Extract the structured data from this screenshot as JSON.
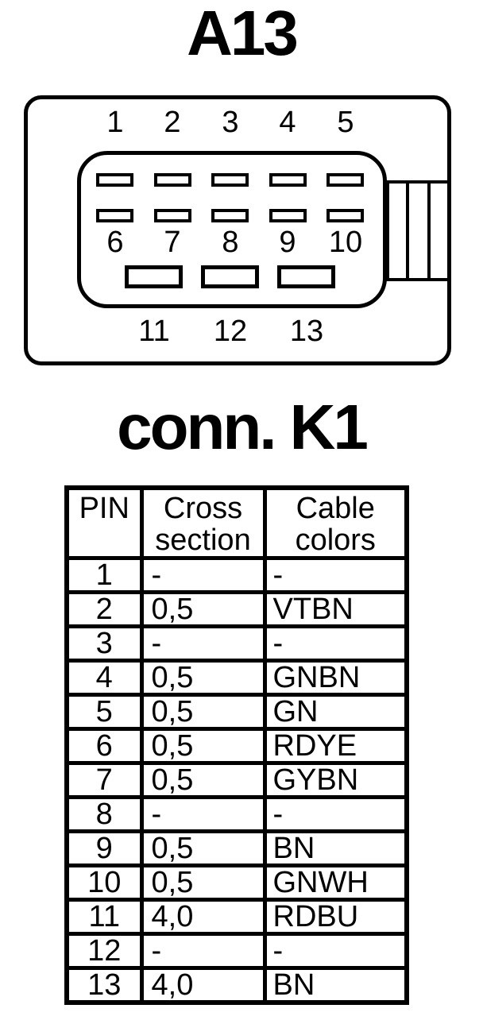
{
  "colors": {
    "ink": "#000000",
    "background": "#ffffff"
  },
  "titles": {
    "component": "A13",
    "connector": "conn. K1"
  },
  "connector": {
    "row1_labels": [
      "1",
      "2",
      "3",
      "4",
      "5"
    ],
    "row2_labels": [
      "6",
      "7",
      "8",
      "9",
      "10"
    ],
    "row3_labels": [
      "11",
      "12",
      "13"
    ]
  },
  "table": {
    "headers": {
      "pin": "PIN",
      "cross_section": "Cross\nsection",
      "cable_colors": "Cable\ncolors"
    },
    "rows": [
      {
        "pin": "1",
        "cross_section": "-",
        "cable_color": "-"
      },
      {
        "pin": "2",
        "cross_section": "0,5",
        "cable_color": "VTBN"
      },
      {
        "pin": "3",
        "cross_section": "-",
        "cable_color": "-"
      },
      {
        "pin": "4",
        "cross_section": "0,5",
        "cable_color": "GNBN"
      },
      {
        "pin": "5",
        "cross_section": "0,5",
        "cable_color": "GN"
      },
      {
        "pin": "6",
        "cross_section": "0,5",
        "cable_color": "RDYE"
      },
      {
        "pin": "7",
        "cross_section": "0,5",
        "cable_color": "GYBN"
      },
      {
        "pin": "8",
        "cross_section": "-",
        "cable_color": "-"
      },
      {
        "pin": "9",
        "cross_section": "0,5",
        "cable_color": "BN"
      },
      {
        "pin": "10",
        "cross_section": "0,5",
        "cable_color": "GNWH"
      },
      {
        "pin": "11",
        "cross_section": "4,0",
        "cable_color": "RDBU"
      },
      {
        "pin": "12",
        "cross_section": "-",
        "cable_color": "-"
      },
      {
        "pin": "13",
        "cross_section": "4,0",
        "cable_color": "BN"
      }
    ]
  }
}
